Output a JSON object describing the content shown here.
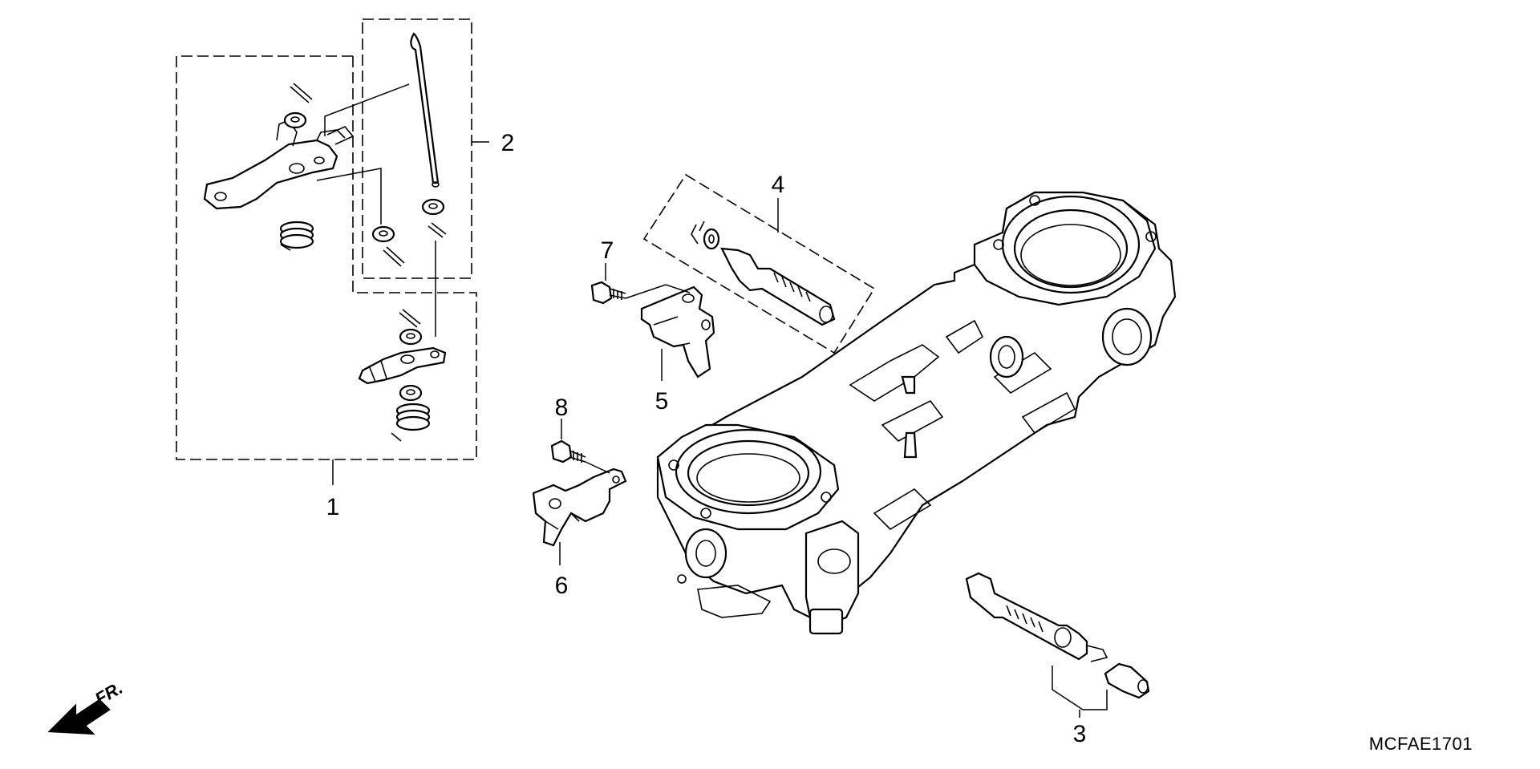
{
  "diagram": {
    "callouts": [
      {
        "id": "1",
        "label": "1"
      },
      {
        "id": "2",
        "label": "2"
      },
      {
        "id": "3",
        "label": "3"
      },
      {
        "id": "4",
        "label": "4"
      },
      {
        "id": "5",
        "label": "5"
      },
      {
        "id": "6",
        "label": "6"
      },
      {
        "id": "7",
        "label": "7"
      },
      {
        "id": "8",
        "label": "8"
      }
    ],
    "direction_label": "FR.",
    "reference_code": "MCFAE1701"
  },
  "colors": {
    "line": "#000000",
    "background": "#ffffff"
  }
}
